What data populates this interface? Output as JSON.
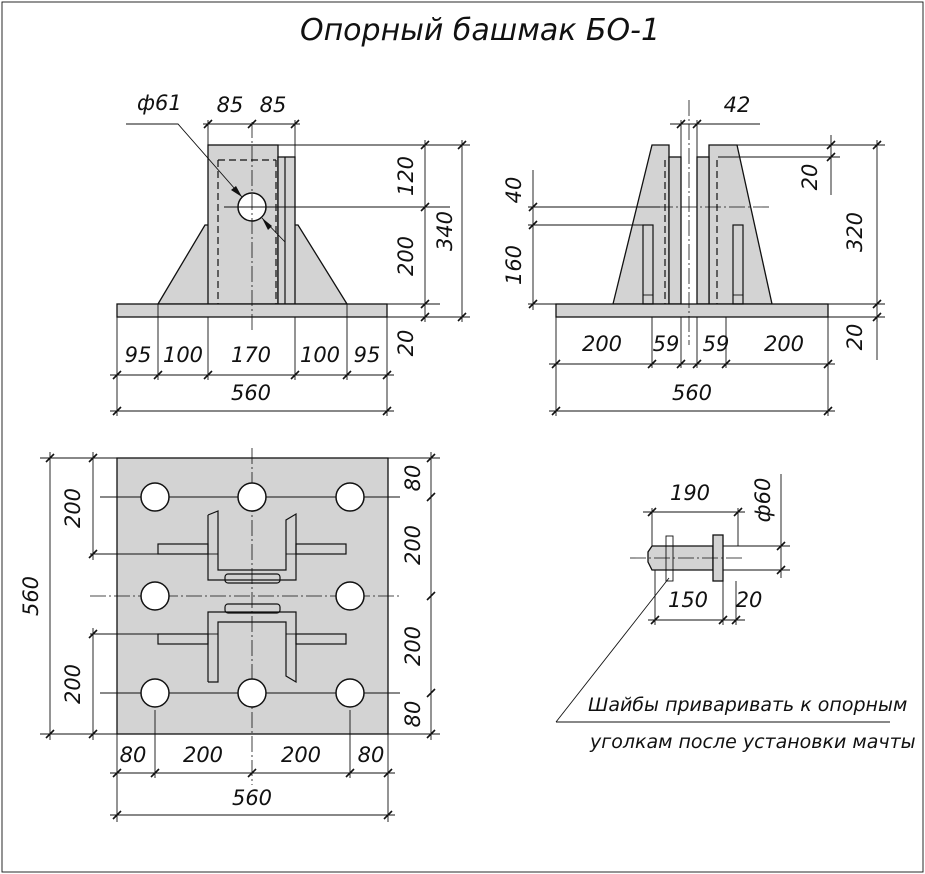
{
  "title": "Опорный башмак БО-1",
  "front_view": {
    "hole_dia": "ф61",
    "top_dims": [
      "85",
      "85"
    ],
    "right_dims": [
      "120",
      "200",
      "340"
    ],
    "bottom_dims": [
      "95",
      "100",
      "170",
      "100",
      "95"
    ],
    "base_thickness": "20",
    "total_width": "560"
  },
  "side_view": {
    "slot_width": "42",
    "left_dims": [
      "40",
      "160"
    ],
    "right_dims": [
      "20",
      "320"
    ],
    "bottom_dims": [
      "200",
      "59",
      "59",
      "200"
    ],
    "base_thickness": "20",
    "total_width": "560"
  },
  "plan_view": {
    "left_dims": [
      "200",
      "200"
    ],
    "left_total": "560",
    "right_dims": [
      "80",
      "200",
      "200",
      "80"
    ],
    "bottom_dims": [
      "80",
      "200",
      "200",
      "80"
    ],
    "bottom_total": "560"
  },
  "pin": {
    "length": "190",
    "dia": "ф60",
    "shank": "150",
    "head": "20"
  },
  "note": {
    "line1": "Шайбы приваривать к опорным",
    "line2": "уголкам после установки мачты"
  }
}
